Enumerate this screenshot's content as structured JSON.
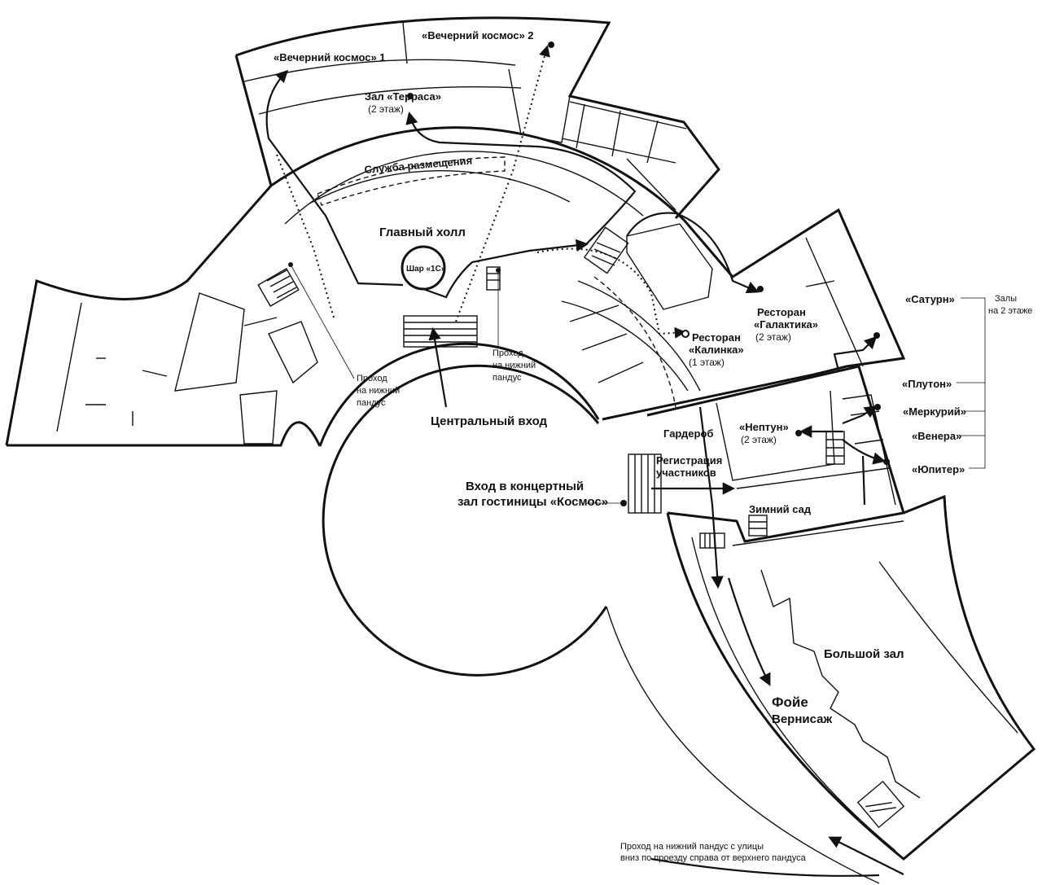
{
  "labels": {
    "vk1": "«Вечерний космос» 1",
    "vk2": "«Вечерний космос» 2",
    "terrasa": "Зал «Терраса»",
    "terrasa_floor": "(2 этаж)",
    "sluzhba": "Служба размещения",
    "main_hall": "Главный холл",
    "shar": "Шар «1С»",
    "ramp_left": [
      "Проход",
      "на нижний",
      "пандус"
    ],
    "ramp_mid": [
      "Проход",
      "на нижний",
      "пандус"
    ],
    "central_entrance": "Центральный  вход",
    "galaktika": [
      "Ресторан",
      "«Галактика»"
    ],
    "galaktika_floor": "(2 этаж)",
    "kalinka": [
      "Ресторан",
      "«Калинка»"
    ],
    "kalinka_floor": "(1 этаж)",
    "saturn": "«Сатурн»",
    "second_floor_halls": [
      "Залы",
      "на 2 этаже"
    ],
    "pluton": "«Плутон»",
    "merkuriy": "«Меркурий»",
    "venera": "«Венера»",
    "yupiter": "«Юпитер»",
    "garderob": "Гардероб",
    "neptun": "«Нептун»",
    "neptun_floor": "(2 этаж)",
    "registration": [
      "Регистрация",
      "участников"
    ],
    "concert_entrance": [
      "Вход в концертный",
      "зал гостиницы «Космос»"
    ],
    "winter_garden": "Зимний сад",
    "big_hall": "Большой зал",
    "foyer": [
      "Фойе",
      "Вернисаж"
    ],
    "bottom_note": [
      "Проход на нижний пандус с улицы",
      "вниз по проезду справа от верхнего пандуса"
    ]
  },
  "icons": {
    "arrow": "arrowhead-icon",
    "point": "destination-dot-icon",
    "stairs": "stairs-icon"
  },
  "colors": {
    "line": "#111111",
    "background": "#ffffff"
  }
}
